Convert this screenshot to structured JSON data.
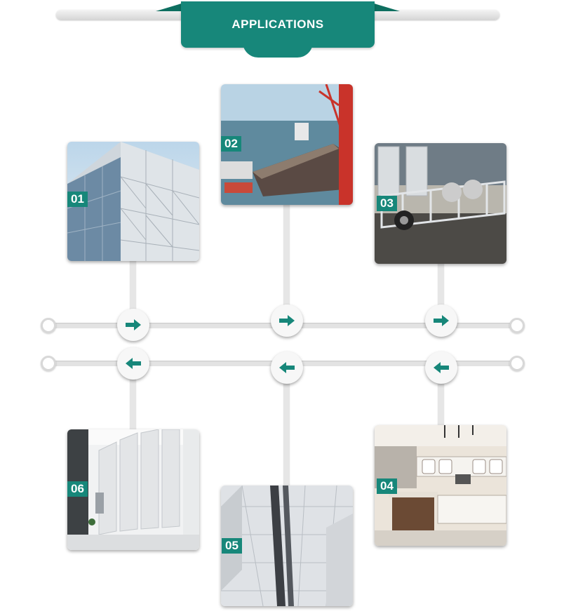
{
  "header": {
    "title": "APPLICATIONS"
  },
  "colors": {
    "accent": "#17877a",
    "accent_dark": "#0e6f60"
  },
  "applications": [
    {
      "number": "01",
      "icon": "glass-facade-building"
    },
    {
      "number": "02",
      "icon": "cargo-ship-port"
    },
    {
      "number": "03",
      "icon": "aluminum-trailer"
    },
    {
      "number": "04",
      "icon": "kitchen-cabinets"
    },
    {
      "number": "05",
      "icon": "suspended-ceiling"
    },
    {
      "number": "06",
      "icon": "interior-wall-panels"
    }
  ],
  "timeline": {
    "top_arrows": "arrow-right-icon",
    "bottom_arrows": "arrow-left-icon"
  }
}
